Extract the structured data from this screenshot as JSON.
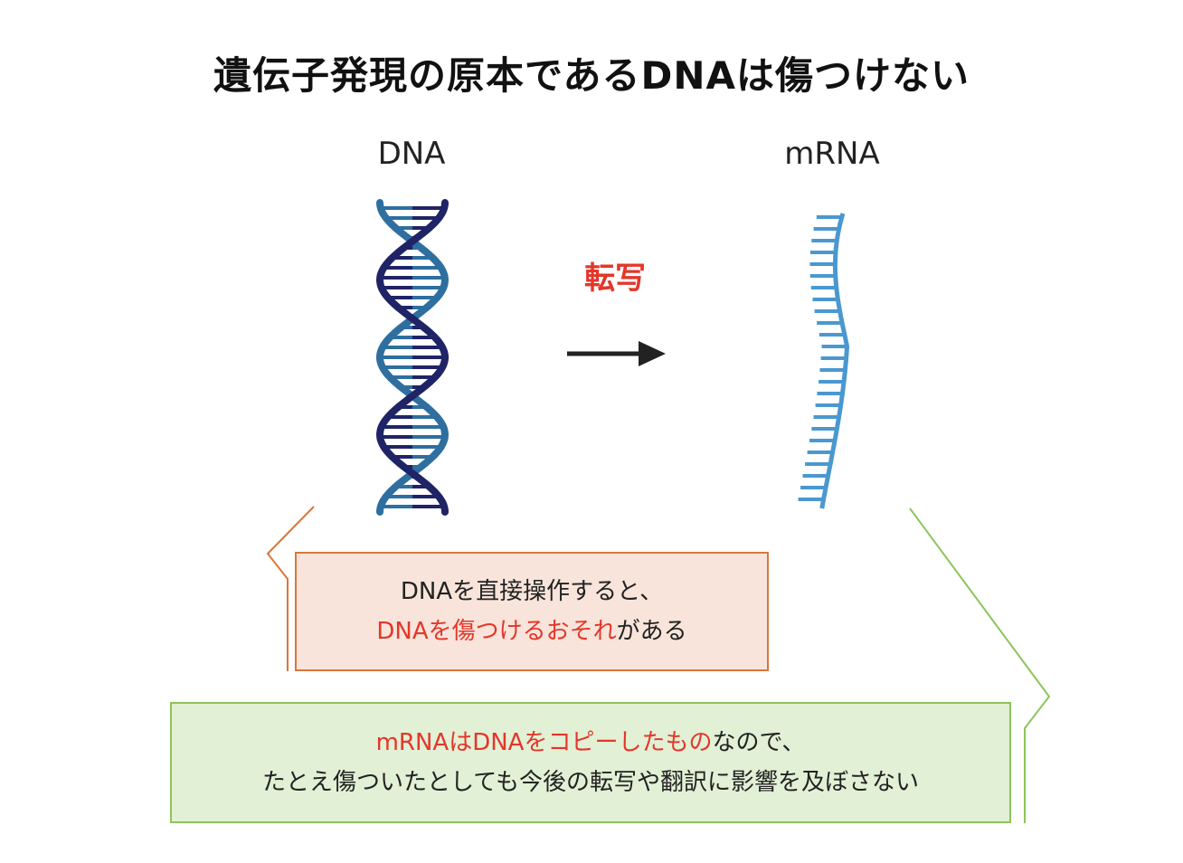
{
  "title": "遺伝子発現の原本であるDNAは傷つけない",
  "dna_label": "DNA",
  "mrna_label": "mRNA",
  "transcribe_label": "転写",
  "box_dna": {
    "line1": "DNAを直接操作すると、",
    "line2_highlight": "DNAを傷つけるおそれ",
    "line2_rest": "がある"
  },
  "box_mrna": {
    "line1_highlight": "mRNAはDNAをコピーしたもの",
    "line1_rest": "なので、",
    "line2": "たとえ傷ついたとしても今後の転写や翻訳に影響を及ぼさない"
  },
  "colors": {
    "highlight": "#e4362a",
    "dna_dark": "#1f2466",
    "dna_light": "#2e6fa0",
    "rna": "#4a98d0",
    "box1_bg": "#f8e4da",
    "box1_border": "#d9773b",
    "box2_bg": "#e2f0d5",
    "box2_border": "#8dc45a"
  }
}
